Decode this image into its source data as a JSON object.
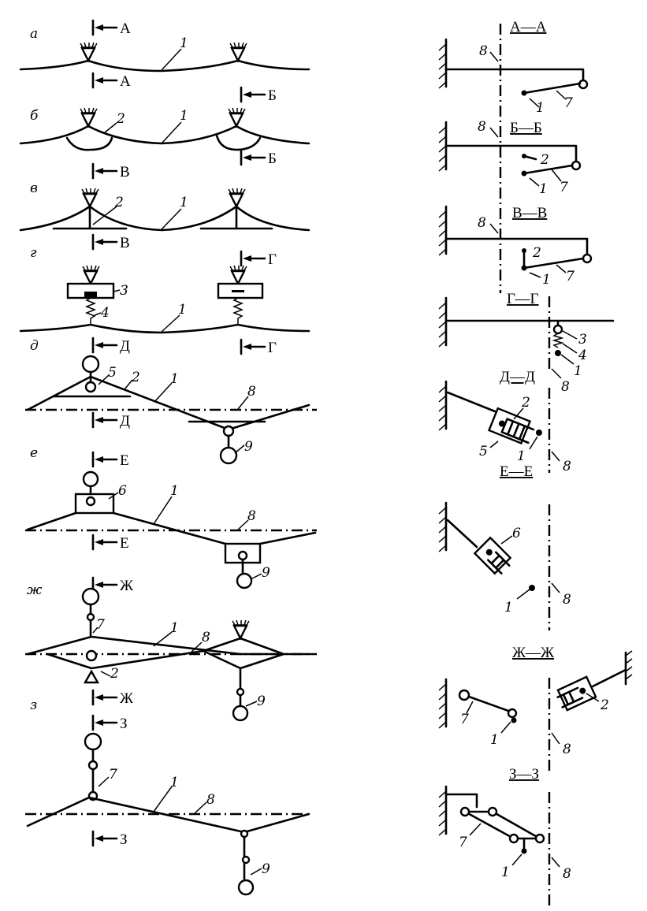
{
  "left": {
    "a": {
      "letter": "а",
      "sec": "А",
      "c1": "1"
    },
    "b": {
      "letter": "б",
      "sec": "Б",
      "c2": "2",
      "c1": "1"
    },
    "v": {
      "letter": "в",
      "sec": "В",
      "c2": "2",
      "c1": "1"
    },
    "g": {
      "letter": "г",
      "sec": "Г",
      "c3": "3",
      "c4": "4",
      "c1": "1"
    },
    "d": {
      "letter": "д",
      "sec": "Д",
      "c5": "5",
      "c2": "2",
      "c1": "1",
      "c8": "8",
      "c9": "9"
    },
    "e": {
      "letter": "е",
      "sec": "Е",
      "c6": "6",
      "c1": "1",
      "c8": "8",
      "c9": "9"
    },
    "zh": {
      "letter": "ж",
      "sec": "Ж",
      "c7": "7",
      "c1": "1",
      "c8": "8",
      "c2": "2",
      "c9": "9"
    },
    "z": {
      "letter": "з",
      "sec": "З",
      "c7": "7",
      "c1": "1",
      "c8": "8",
      "c9": "9"
    }
  },
  "right": {
    "aa": {
      "title": "А—А",
      "c8": "8",
      "c1": "1",
      "c7": "7"
    },
    "bb": {
      "title": "Б—Б",
      "c8": "8",
      "c2": "2",
      "c1": "1",
      "c7": "7"
    },
    "vv": {
      "title": "В—В",
      "c8": "8",
      "c2": "2",
      "c1": "1",
      "c7": "7"
    },
    "gg": {
      "title": "Г—Г",
      "c3": "3",
      "c4": "4",
      "c1": "1",
      "c8": "8"
    },
    "dd": {
      "title": "Д—Д",
      "c2": "2",
      "c5": "5",
      "c1": "1",
      "c8": "8"
    },
    "ee": {
      "title": "Е—Е",
      "c6": "6",
      "c1": "1",
      "c8": "8"
    },
    "zhzh": {
      "title": "Ж—Ж",
      "c7": "7",
      "c1": "1",
      "c2": "2",
      "c8": "8"
    },
    "zz": {
      "title": "З—З",
      "c7": "7",
      "c1": "1",
      "c8": "8"
    }
  }
}
